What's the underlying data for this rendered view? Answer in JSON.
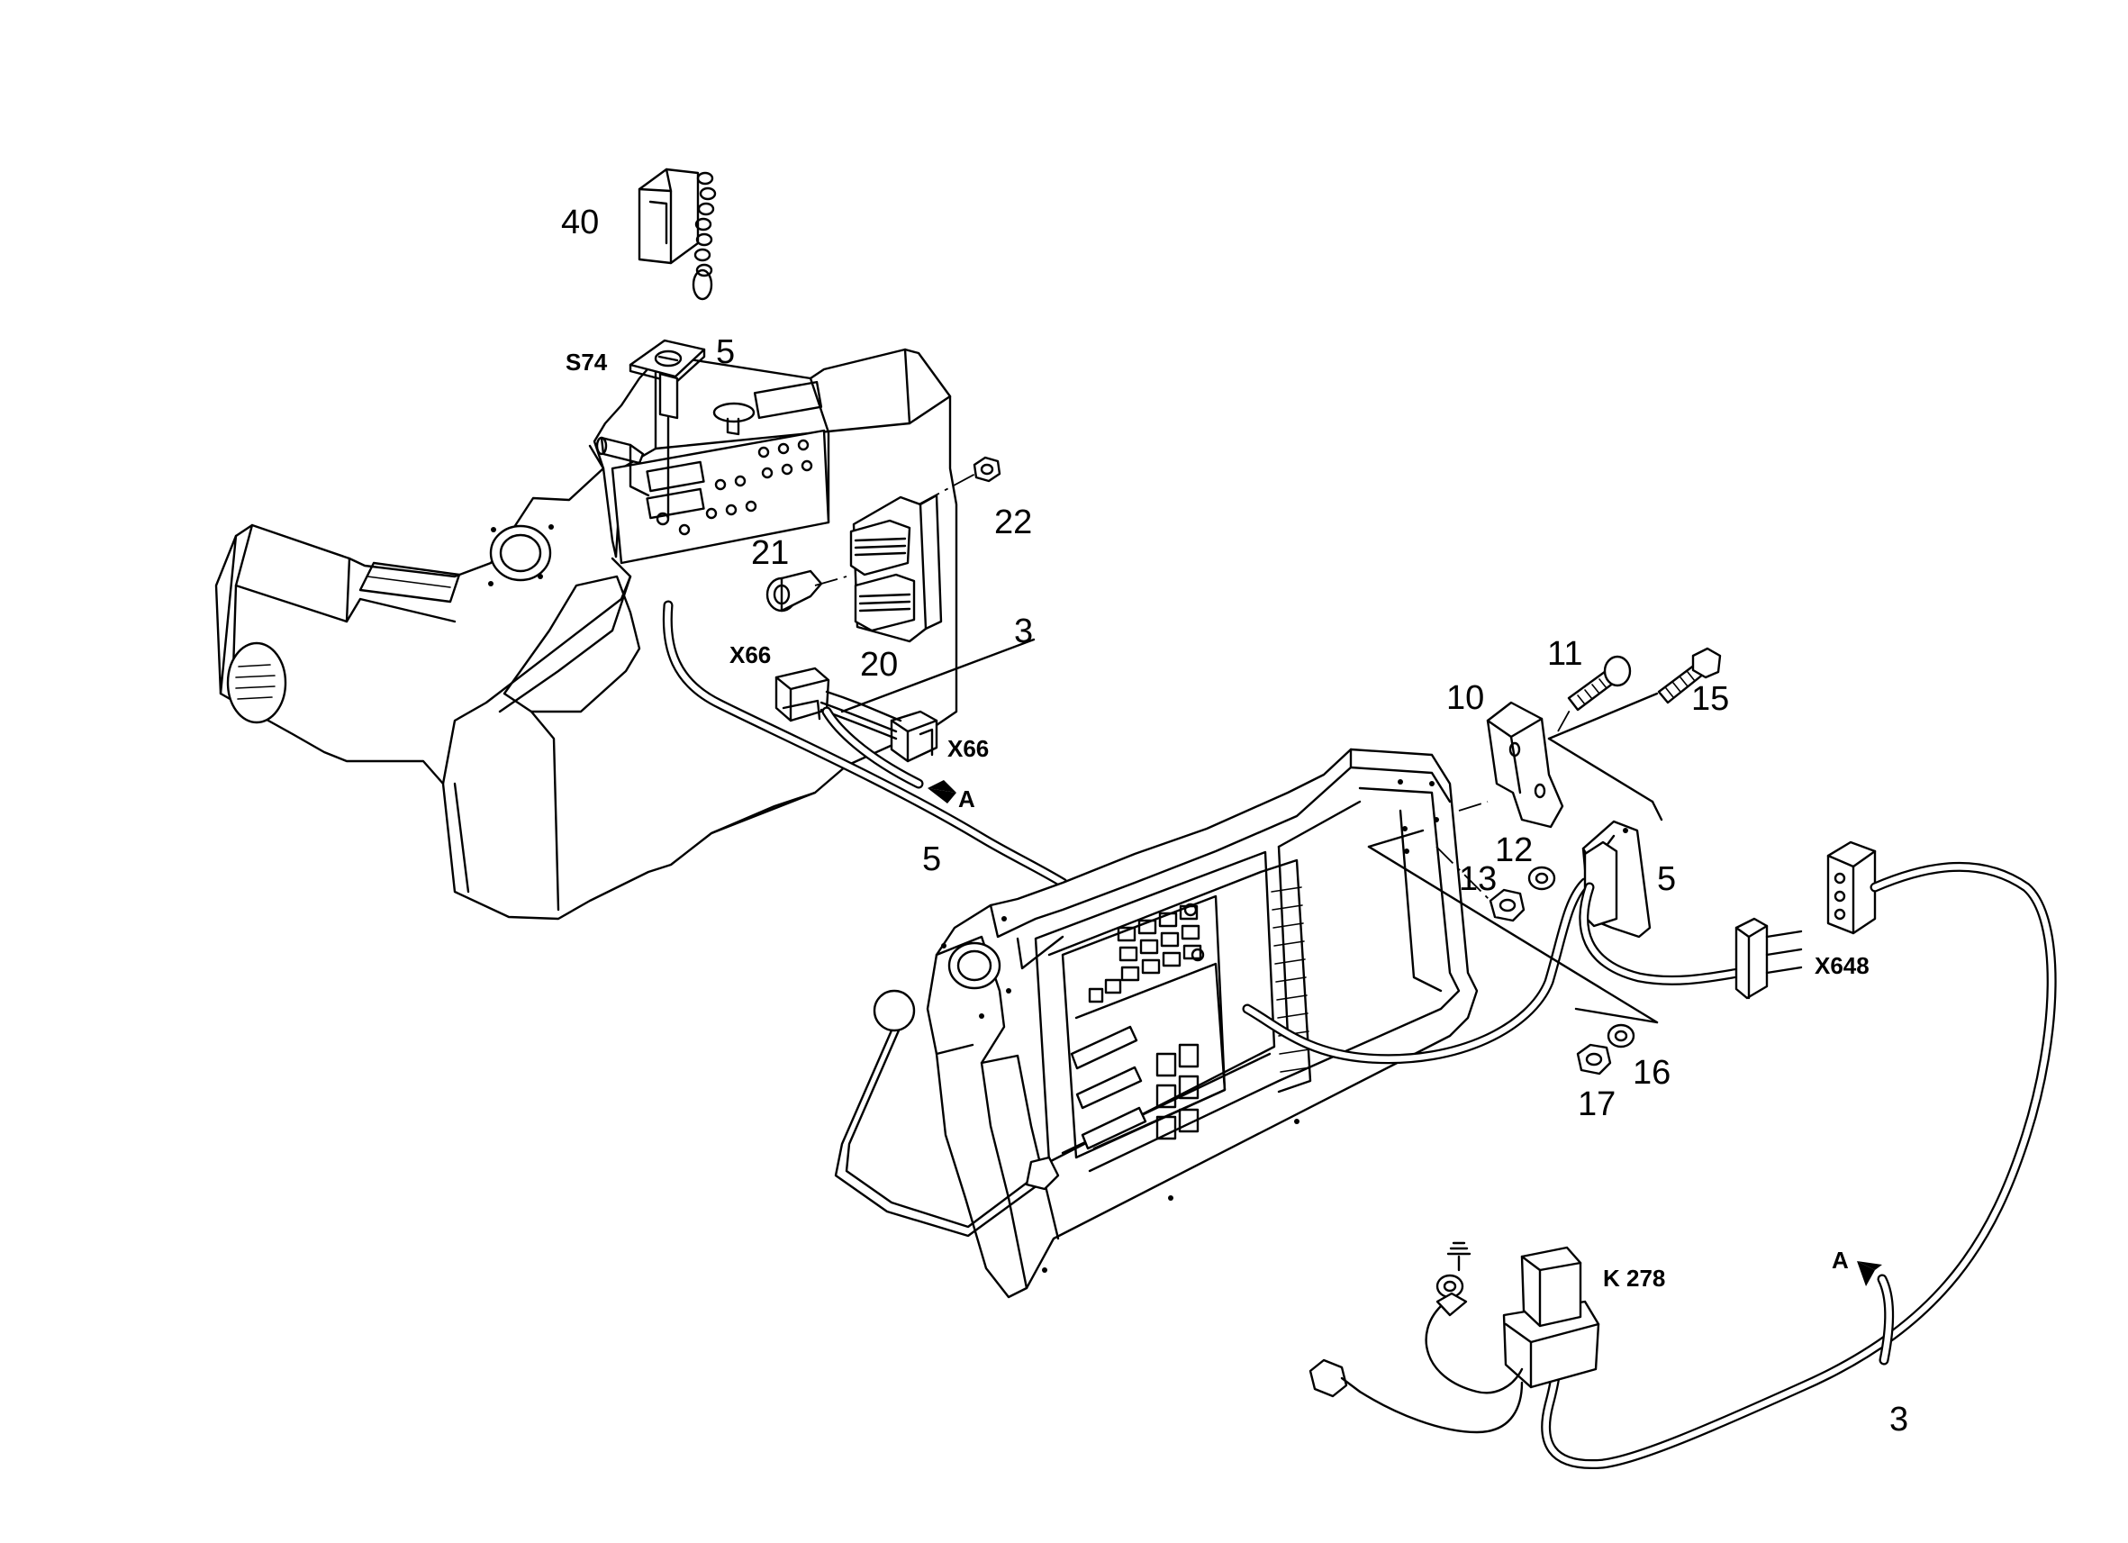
{
  "labels": {
    "p40": "40",
    "s74": "S74",
    "p5_key": "5",
    "p22": "22",
    "p21": "21",
    "p3_top": "3",
    "p20": "20",
    "x66_left": "X66",
    "x66_right": "X66",
    "a_top": "A",
    "p5_cable": "5",
    "p10": "10",
    "p11": "11",
    "p15": "15",
    "p12": "12",
    "p13": "13",
    "p5_bracket": "5",
    "x648": "X648",
    "p16": "16",
    "p17": "17",
    "k278": "K 278",
    "a_bottom": "A",
    "p3_bottom": "3"
  },
  "colors": {
    "line": "#000000",
    "background": "#ffffff"
  }
}
